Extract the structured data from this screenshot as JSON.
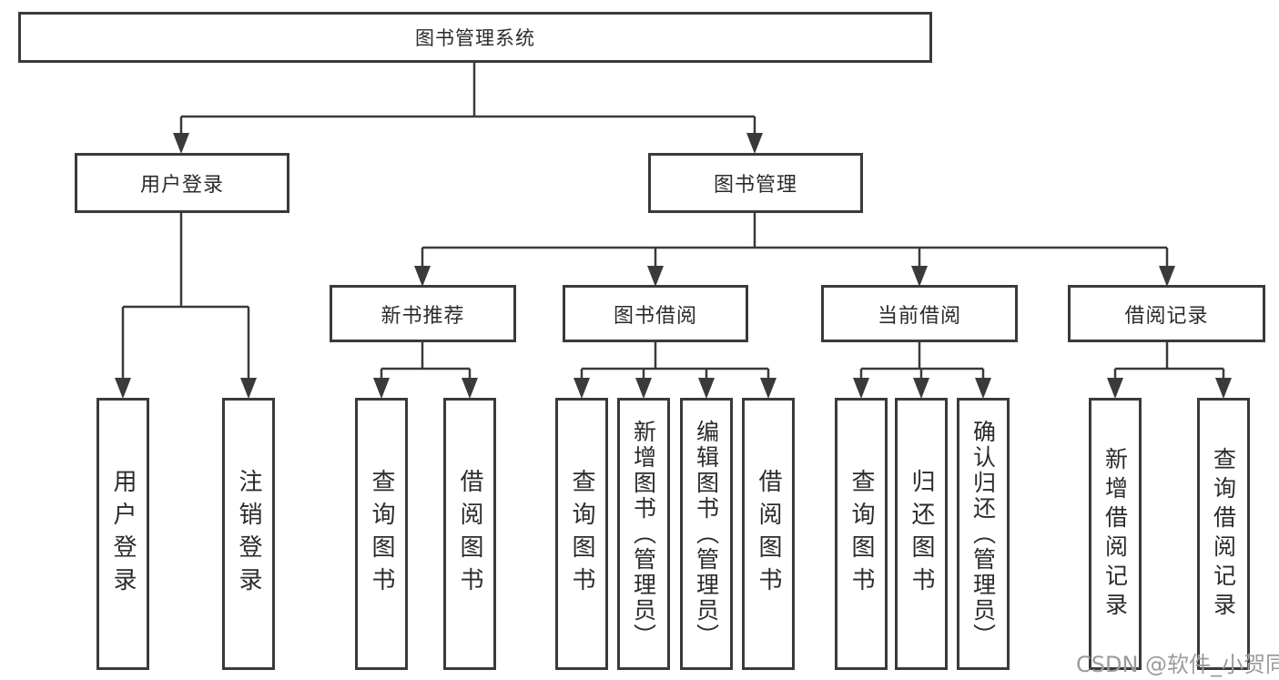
{
  "nodes": {
    "root": {
      "label": "图书管理系统"
    },
    "level2": [
      {
        "label": "用户登录"
      },
      {
        "label": "图书管理"
      }
    ],
    "level3": [
      {
        "label": "新书推荐"
      },
      {
        "label": "图书借阅"
      },
      {
        "label": "当前借阅"
      },
      {
        "label": "借阅记录"
      }
    ],
    "leaves": [
      {
        "label": "用户登录"
      },
      {
        "label": "注销登录"
      },
      {
        "label": "查询图书"
      },
      {
        "label": "借阅图书"
      },
      {
        "label": "查询图书"
      },
      {
        "label": "新增图书（管理员）"
      },
      {
        "label": "编辑图书（管理员）"
      },
      {
        "label": "借阅图书"
      },
      {
        "label": "查询图书"
      },
      {
        "label": "归还图书"
      },
      {
        "label": "确认归还（管理员）"
      },
      {
        "label": "新增借阅记录"
      },
      {
        "label": "查询借阅记录"
      }
    ]
  },
  "watermark": "CSDN @软件_小贺同学",
  "colors": {
    "line": "#3a3a3a",
    "text": "#2b2b2b",
    "watermark": "#9b9b9b",
    "background": "#ffffff"
  }
}
